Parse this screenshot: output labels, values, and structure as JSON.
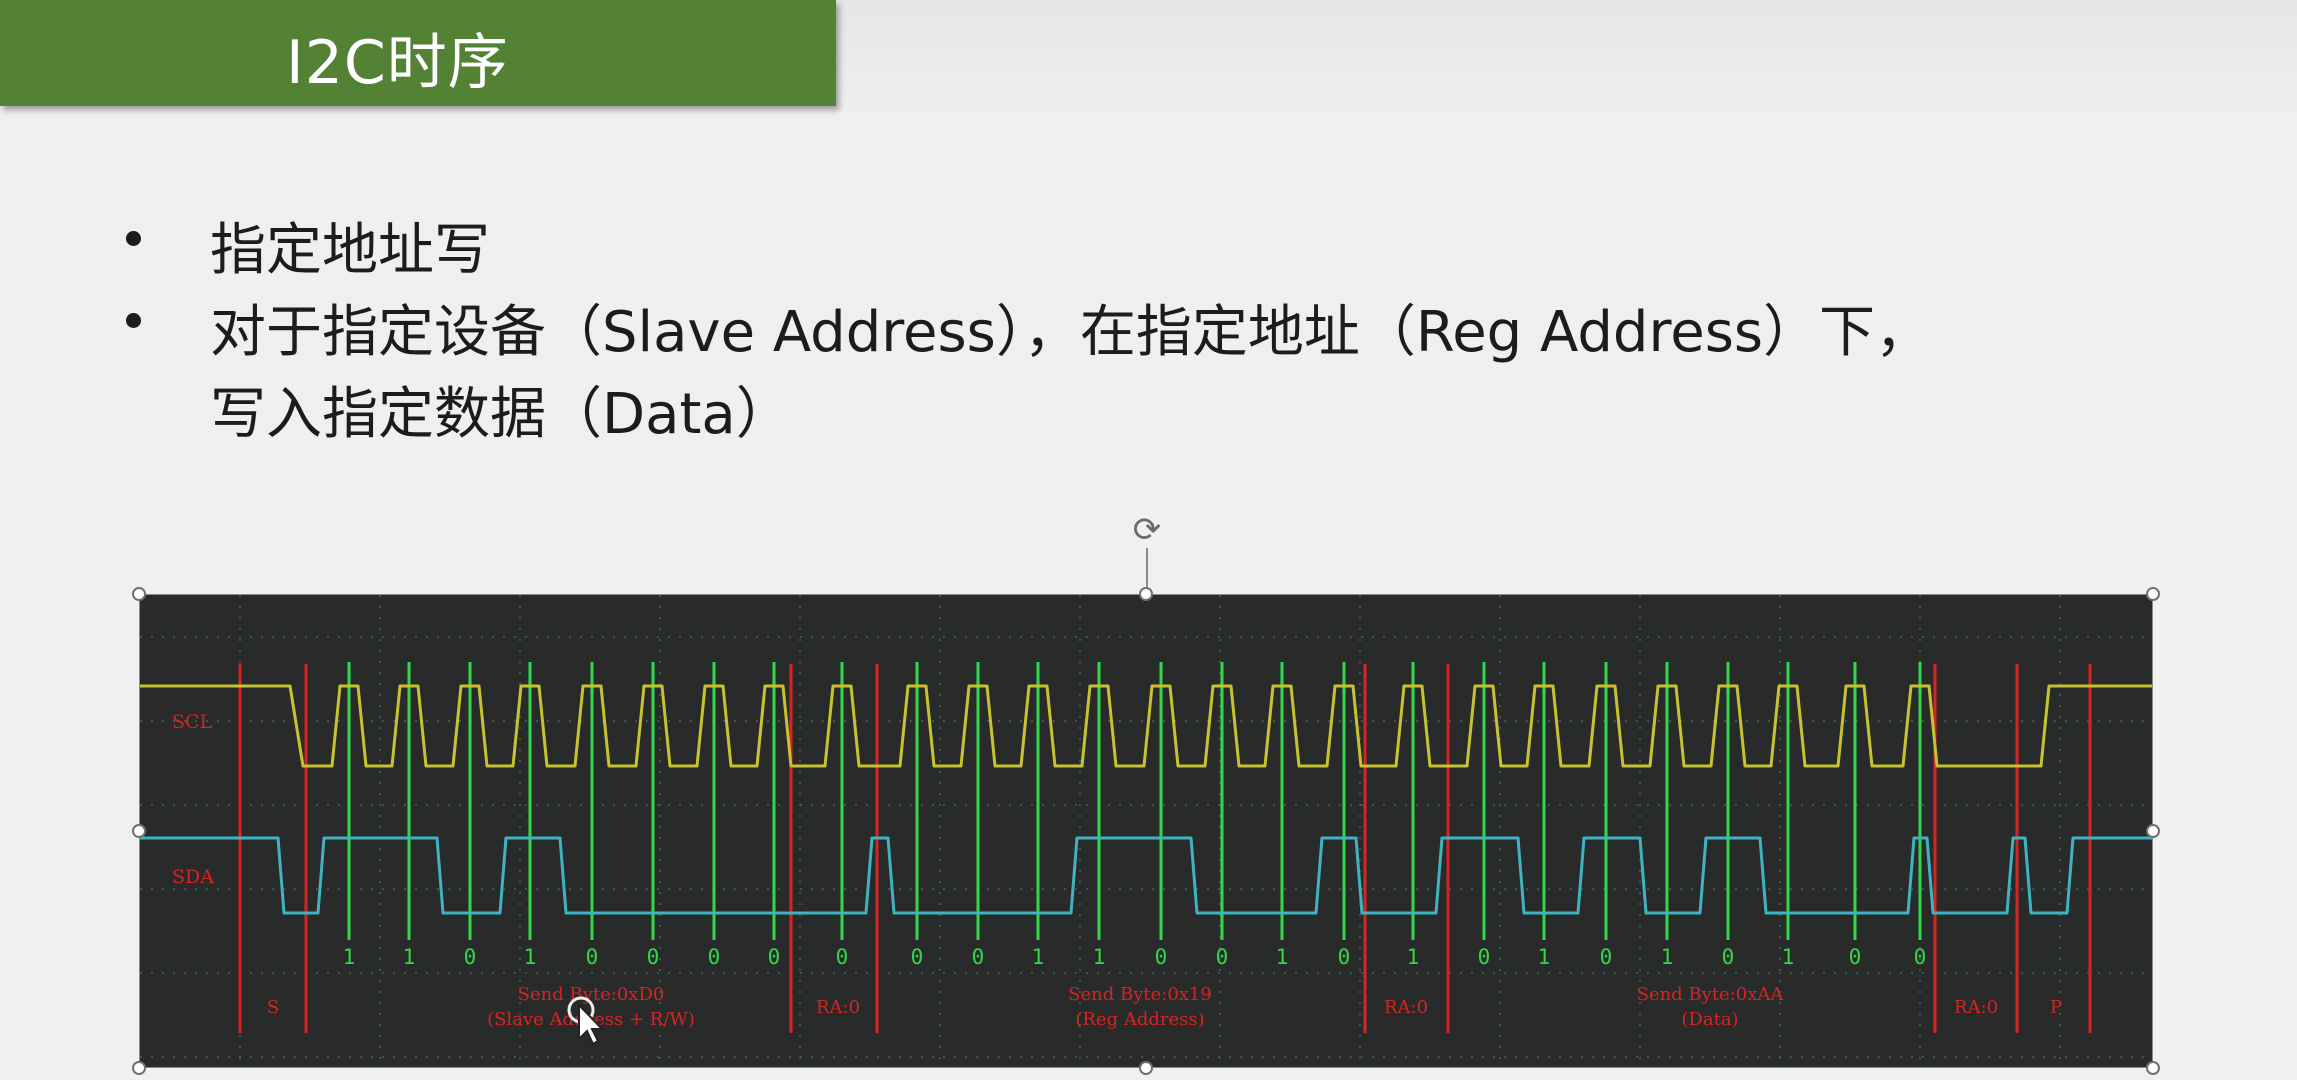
{
  "slide": {
    "title": "I2C时序",
    "bullets": [
      "指定地址写",
      "对于指定设备（Slave Address），在指定地址（Reg Address）下，",
      "写入指定数据（Data）"
    ]
  },
  "diagram": {
    "signal_labels": [
      "SCL",
      "SDA"
    ],
    "bits": [
      "1",
      "1",
      "0",
      "1",
      "0",
      "0",
      "0",
      "0",
      "0",
      "0",
      "0",
      "1",
      "1",
      "0",
      "0",
      "1",
      "0",
      "1",
      "0",
      "1",
      "0",
      "1",
      "0",
      "1",
      "0",
      "0"
    ],
    "segments": [
      {
        "label": "S"
      },
      {
        "label": "Send Byte:0xD0",
        "sub": "(Slave Address + R/W)"
      },
      {
        "label": "RA:0"
      },
      {
        "label": "Send Byte:0x19",
        "sub": "(Reg Address)"
      },
      {
        "label": "RA:0"
      },
      {
        "label": "Send Byte:0xAA",
        "sub": "(Data)"
      },
      {
        "label": "RA:0"
      },
      {
        "label": "P"
      }
    ],
    "colors": {
      "background": "#282b2a",
      "scl": "#c7c231",
      "sda": "#3fb3c2",
      "sample_line": "#33d74a",
      "boundary_line": "#d62424",
      "label": "#d62424",
      "bit_text": "#33d74a"
    },
    "selection_rotate_icon": "rotate-icon"
  }
}
